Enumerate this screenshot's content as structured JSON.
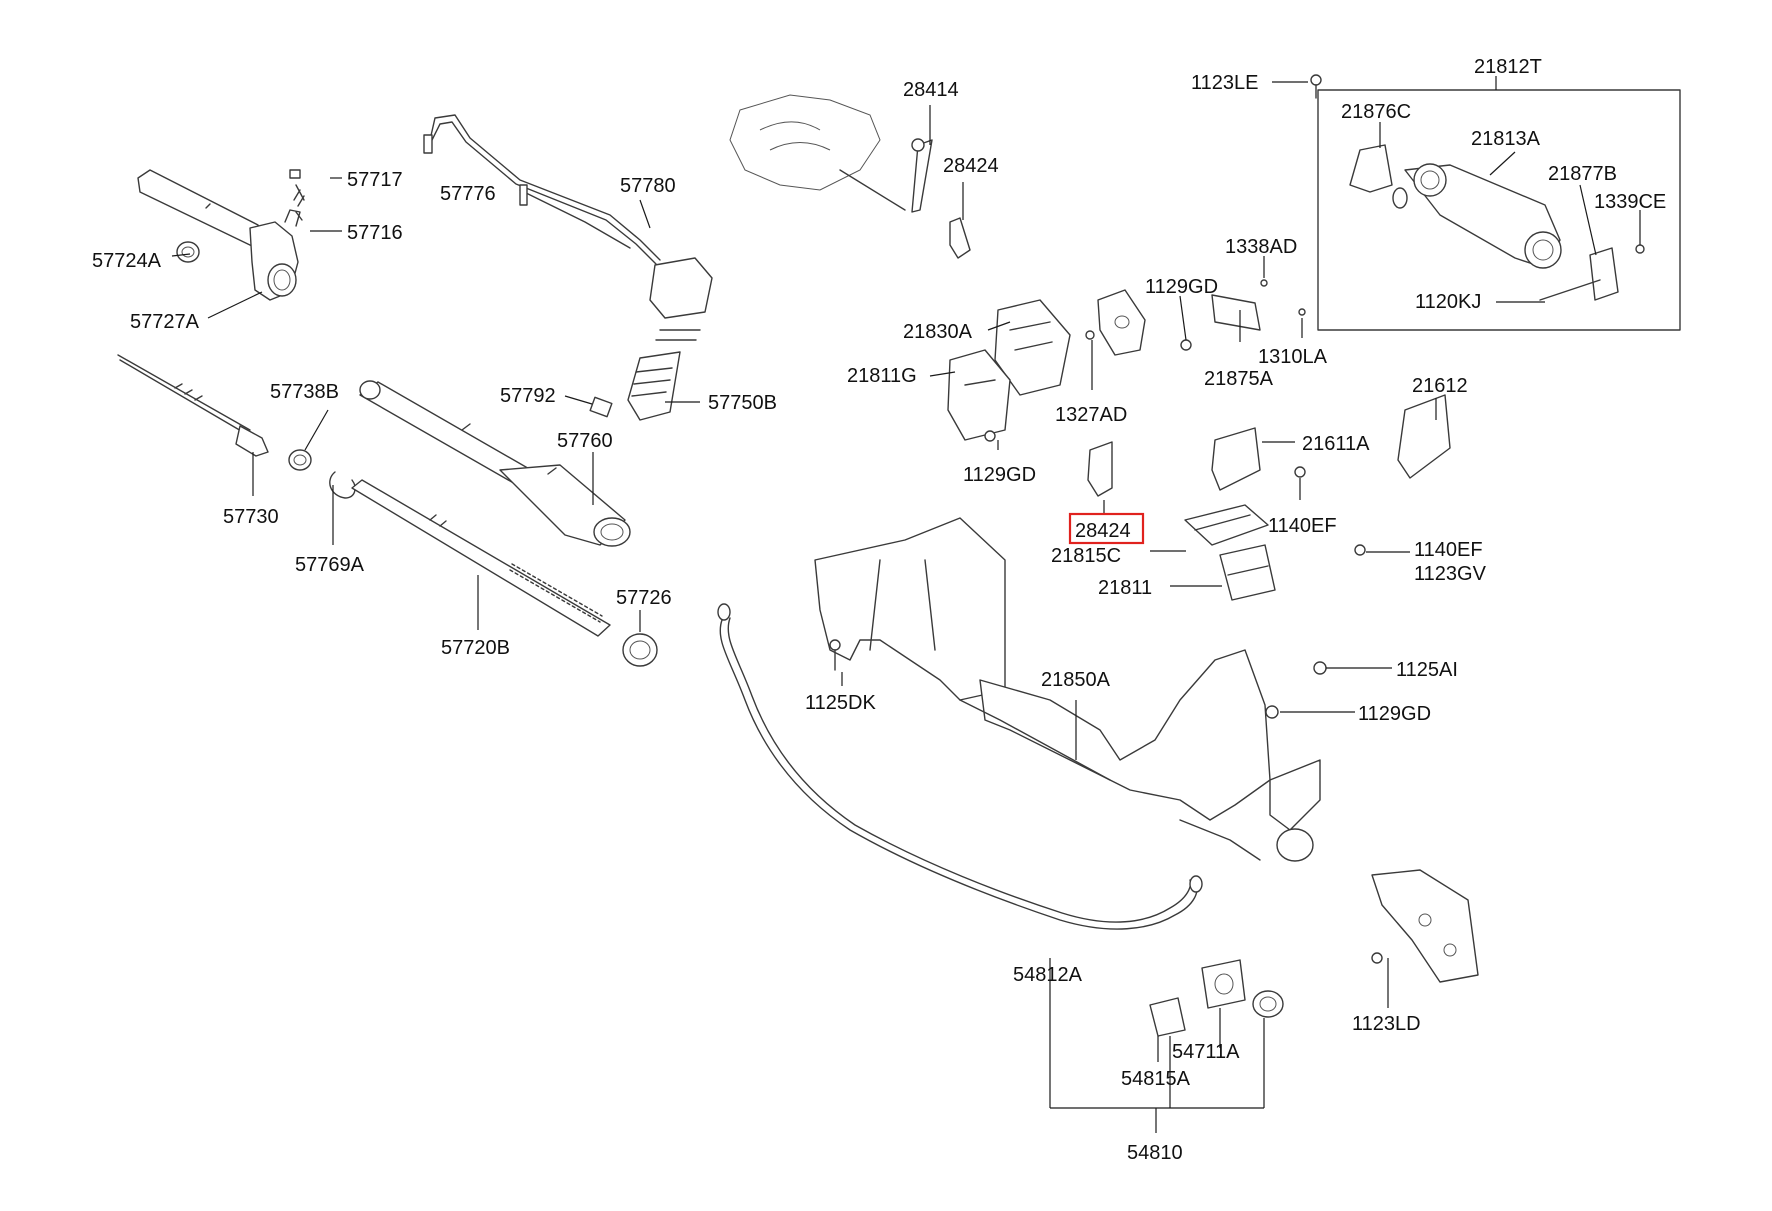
{
  "highlight": {
    "label": "28424",
    "color": "#e0221e"
  },
  "labels": {
    "l57717": "57717",
    "l57716": "57716",
    "l57724A": "57724A",
    "l57727A": "57727A",
    "l57776": "57776",
    "l57780": "57780",
    "l28414": "28414",
    "l28424a": "28424",
    "l1123LE": "1123LE",
    "l21812T": "21812T",
    "l21876C": "21876C",
    "l21813A": "21813A",
    "l21877B": "21877B",
    "l1339CE": "1339CE",
    "l1338AD": "1338AD",
    "l1120KJ": "1120KJ",
    "l1129GDa": "1129GD",
    "l21830A": "21830A",
    "l1310LA": "1310LA",
    "l21875A": "21875A",
    "l21811G": "21811G",
    "l1327AD": "1327AD",
    "l57738B": "57738B",
    "l57792": "57792",
    "l57750B": "57750B",
    "l57760": "57760",
    "l21612": "21612",
    "l21611A": "21611A",
    "l1129GDb": "1129GD",
    "l57730": "57730",
    "l57769A": "57769A",
    "l1140EFa": "1140EF",
    "l28424b": "28424",
    "l21815C": "21815C",
    "l1140EFb": "1140EF",
    "l1123GV": "1123GV",
    "l21811": "21811",
    "l57726": "57726",
    "l57720B": "57720B",
    "l1125AI": "1125AI",
    "l21850A": "21850A",
    "l1125DK": "1125DK",
    "l1129GDc": "1129GD",
    "l54812A": "54812A",
    "l1123LD": "1123LD",
    "l54711A": "54711A",
    "l54815A": "54815A",
    "l54810": "54810"
  }
}
